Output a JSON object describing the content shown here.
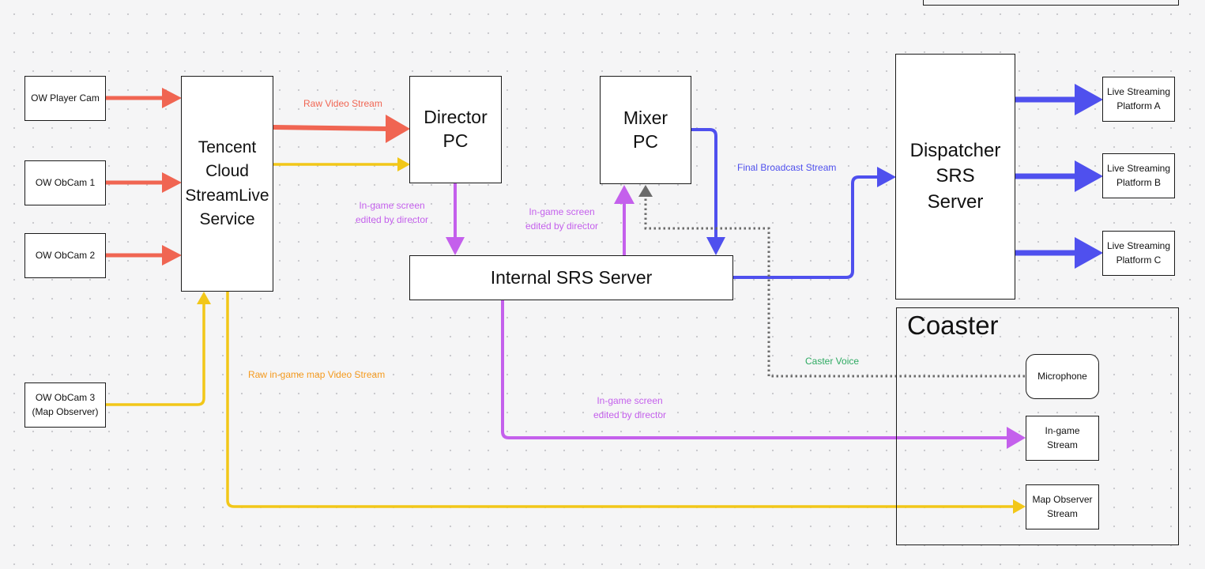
{
  "nodes": {
    "ow_player_cam": "OW Player Cam",
    "ow_obcam_1": "OW ObCam 1",
    "ow_obcam_2": "OW ObCam 2",
    "ow_obcam_3": "OW ObCam 3\n(Map Observer)",
    "tencent": "Tencent\nCloud\nStreamLive\nService",
    "director_pc": "Director\nPC",
    "mixer_pc": "Mixer\nPC",
    "internal_srs": "Internal SRS Server",
    "dispatcher_srs": "Dispatcher\nSRS\nServer",
    "platform_a": "Live Streaming\nPlatform A",
    "platform_b": "Live Streaming\nPlatform B",
    "platform_c": "Live Streaming\nPlatform C",
    "microphone": "Microphone",
    "ingame_stream": "In-game\nStream",
    "map_observer_stream": "Map Observer\nStream"
  },
  "group": {
    "coaster_title": "Coaster"
  },
  "edge_labels": {
    "raw_video_stream": "Raw Video Stream",
    "ingame_director_1": "In-game screen\nedited by director",
    "ingame_director_2": "In-game screen\nedited by director",
    "ingame_director_3": "In-game screen\nedited by director",
    "final_broadcast": "Final Broadcast Stream",
    "caster_voice": "Caster Voice",
    "raw_map_stream": "Raw in-game map  Video Stream"
  },
  "colors": {
    "red": "#f06552",
    "yellow": "#f2c718",
    "purple": "#c460ec",
    "blue": "#4f50ee",
    "gray": "#6b6b6b",
    "green_label": "#2eaa62",
    "orange_label": "#f59a1d"
  }
}
